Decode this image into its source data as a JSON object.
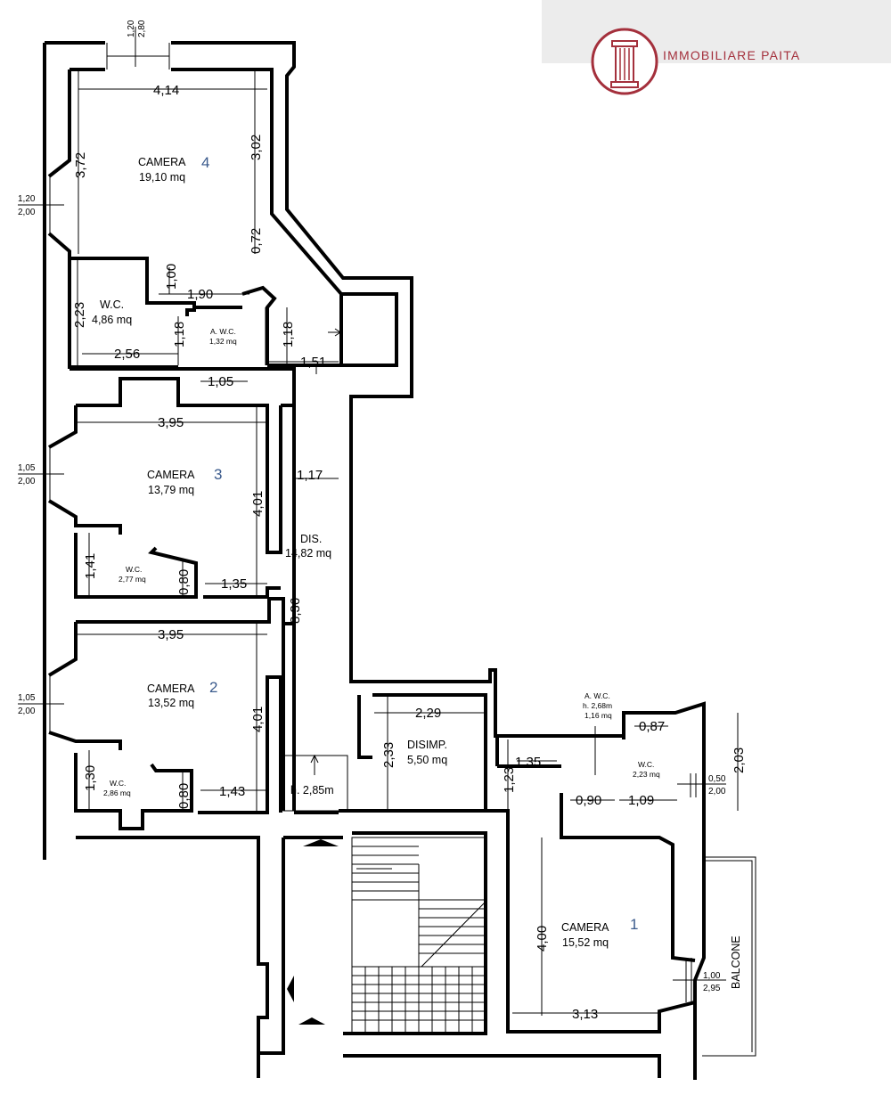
{
  "logo": {
    "text": "IMMOBILIARE PAITA",
    "color": "#a4303c"
  },
  "rooms": {
    "camera4": {
      "name": "CAMERA",
      "number": "4",
      "area": "19,10 mq"
    },
    "wc_a": {
      "name": "W.C.",
      "area": "4,86 mq"
    },
    "awc_a": {
      "name": "A. W.C.",
      "area": "1,32 mq"
    },
    "camera3": {
      "name": "CAMERA",
      "number": "3",
      "area": "13,79 mq"
    },
    "wc_b": {
      "name": "W.C.",
      "area": "2,77 mq"
    },
    "dis": {
      "name": "DIS.",
      "area": "14,82 mq"
    },
    "camera2": {
      "name": "CAMERA",
      "number": "2",
      "area": "13,52 mq"
    },
    "wc_c": {
      "name": "W.C.",
      "area": "2,86 mq"
    },
    "stair_height": "h. 2,85m",
    "disimp": {
      "name": "DISIMP.",
      "area": "5,50 mq"
    },
    "awc_b": {
      "name": "A. W.C.",
      "height": "h. 2,68m",
      "area": "1,16 mq"
    },
    "wc_d": {
      "name": "W.C.",
      "area": "2,23 mq"
    },
    "camera1": {
      "name": "CAMERA",
      "number": "1",
      "area": "15,52 mq"
    },
    "balcone": "BALCONE"
  },
  "dimensions": {
    "c4_w": "4,14",
    "c4_h": "3,72",
    "c4_h2": "3,02",
    "c4_h3": "0,72",
    "wc_a_100": "1,00",
    "wc_a_190": "1,90",
    "wc_a_223": "2,23",
    "wc_a_118": "1,18",
    "wc_a_256": "2,56",
    "awc_a_118": "1,18",
    "awc_a_105": "1,05",
    "corr_151": "1,51",
    "c3_w": "3,95",
    "c3_h": "4,01",
    "corr_117": "1,17",
    "wc_b_141": "1,41",
    "wc_b_080": "0,80",
    "wc_b_135": "1,35",
    "dis_836": "8,36",
    "c2_w": "3,95",
    "c2_h": "4,01",
    "wc_c_130": "1,30",
    "wc_c_080": "0,80",
    "wc_c_143": "1,43",
    "disimp_229": "2,29",
    "disimp_233": "2,33",
    "d_123": "1,23",
    "d_135": "1,35",
    "wc_d_087": "0,87",
    "wc_d_090": "0,90",
    "wc_d_109": "1,09",
    "wc_d_203": "2,03",
    "c1_h": "4,00",
    "c1_w": "3,13"
  },
  "windows": {
    "top": {
      "w": "1,20",
      "h": "2,80"
    },
    "c4": {
      "w": "1,20",
      "h": "2,00"
    },
    "c3": {
      "w": "1,05",
      "h": "2,00"
    },
    "c2": {
      "w": "1,05",
      "h": "2,00"
    },
    "wc_d": {
      "w": "0,50",
      "h": "2,00"
    },
    "c1": {
      "w": "1,00",
      "h": "2,95"
    }
  }
}
